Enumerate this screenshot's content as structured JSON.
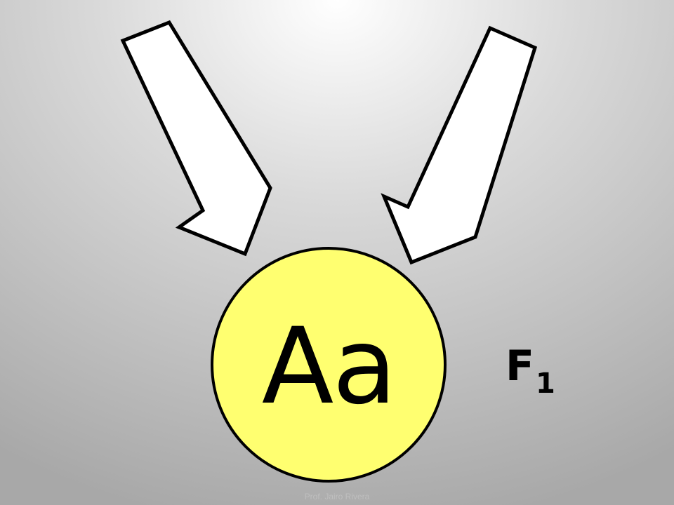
{
  "genotype_label": "Aa",
  "generation": {
    "letter": "F",
    "subscript": "1"
  },
  "footer": "Prof. Jairo Rivera",
  "colors": {
    "circle_fill": "#ffff70",
    "arrow_fill": "#ffffff",
    "outline": "#000000"
  },
  "icons": [
    "arrow-down-right-icon",
    "arrow-down-left-icon"
  ]
}
